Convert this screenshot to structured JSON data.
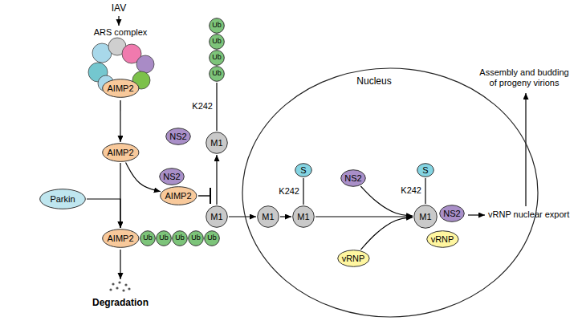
{
  "diagram": {
    "nodes": [
      {
        "text": [
          "ARS complex"
        ]
      },
      {
        "text": [
          "AIMP2"
        ],
        "in": 0
      },
      {
        "text": [
          "AIMP2"
        ]
      },
      {
        "text": [
          "NS2"
        ]
      },
      {
        "text": [
          "NS2"
        ]
      },
      {
        "text": [
          "AIMP2"
        ]
      },
      {
        "text": [
          "Parkin"
        ]
      },
      {
        "text": [
          "AIMP2"
        ]
      },
      {
        "text": [
          "Ub"
        ]
      },
      {
        "text": [
          "Ub"
        ]
      },
      {
        "text": [
          "Ub"
        ]
      },
      {
        "text": [
          "Ub"
        ]
      },
      {
        "text": [
          "Ub"
        ]
      },
      {
        "text": [
          "M1"
        ]
      },
      {
        "text": [
          "Ub"
        ]
      },
      {
        "text": [
          "Ub"
        ]
      },
      {
        "text": [
          "Ub"
        ]
      },
      {
        "text": [
          "Ub"
        ]
      },
      {
        "text": [
          "M1"
        ]
      },
      {
        "text": [
          "Nucleus"
        ]
      },
      {
        "text": [
          "M1"
        ],
        "in": 19
      },
      {
        "text": [
          "S"
        ],
        "in": 19
      },
      {
        "text": [
          "M1"
        ],
        "in": 19
      },
      {
        "text": [
          "NS2"
        ],
        "in": 19
      },
      {
        "text": [
          "vRNP"
        ],
        "in": 19
      },
      {
        "text": [
          "S"
        ],
        "in": 19
      },
      {
        "text": [
          "M1"
        ],
        "in": 19
      },
      {
        "text": [
          "NS2"
        ],
        "in": 19
      },
      {
        "text": [
          "vRNP"
        ],
        "in": 19
      }
    ],
    "edges": [
      {
        "from": 0,
        "to": 2,
        "arrow": "to"
      },
      {
        "from": 2,
        "to": 5,
        "arrow": "to"
      },
      {
        "from": 2,
        "to": 7,
        "arrow": "to"
      },
      {
        "from": 6,
        "to": 7,
        "arrow": "to"
      },
      {
        "from": 18,
        "to": 13,
        "arrow": "to"
      },
      {
        "from": 13,
        "to": 14,
        "label": "K242",
        "arrow": "none"
      },
      {
        "from": 18,
        "to": 20,
        "arrow": "to"
      },
      {
        "from": 20,
        "to": 22,
        "arrow": "to"
      },
      {
        "from": 21,
        "to": 22,
        "label": "K242",
        "arrow": "none"
      },
      {
        "from": 22,
        "to": 26,
        "arrow": "to"
      },
      {
        "from": 23,
        "to": 26,
        "arrow": "to"
      },
      {
        "from": 24,
        "to": 26,
        "arrow": "to"
      },
      {
        "from": 25,
        "to": 26,
        "label": "K242",
        "arrow": "none"
      }
    ],
    "labels": [
      "IAV",
      "Degradation",
      "vRNP nuclear export",
      "Assembly and budding of progeny virions"
    ]
  }
}
